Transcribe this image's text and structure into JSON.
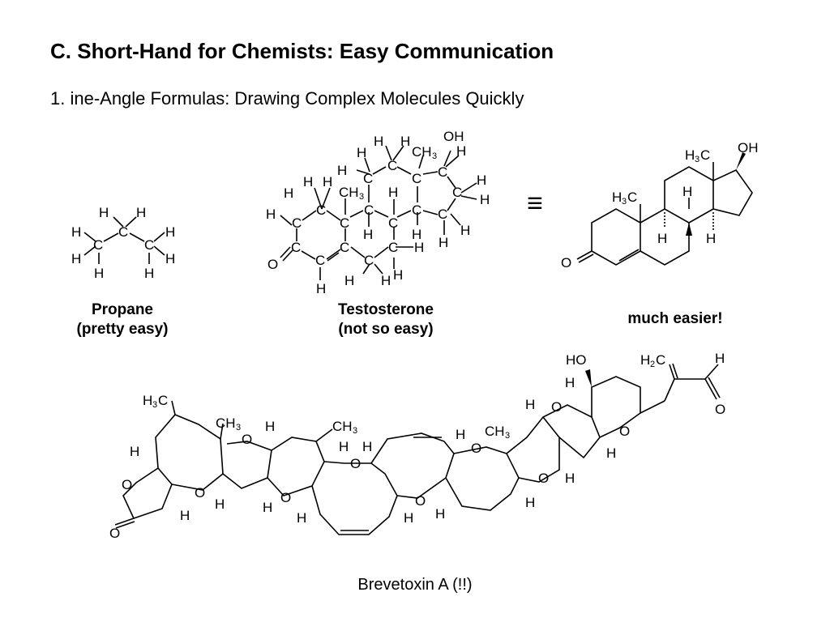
{
  "slide": {
    "title": "C. Short-Hand for Chemists: Easy Communication",
    "subtitle": "1. ine-Angle Formulas: Drawing Complex Molecules Quickly"
  },
  "molecules": {
    "propane": {
      "name": "Propane",
      "note": "(pretty easy)"
    },
    "testosterone": {
      "name": "Testosterone",
      "note": "(not so easy)"
    },
    "line_angle": {
      "note": "much easier!"
    },
    "brevetoxin": {
      "name": "Brevetoxin A (!!)"
    }
  },
  "equivalence_symbol": "≡",
  "atom_labels": {
    "H": "H",
    "C": "C",
    "O": "O",
    "OH": "OH",
    "HO": "HO",
    "CH": "CH",
    "H_prefix": "H",
    "sub3": "3",
    "sub2": "2"
  }
}
